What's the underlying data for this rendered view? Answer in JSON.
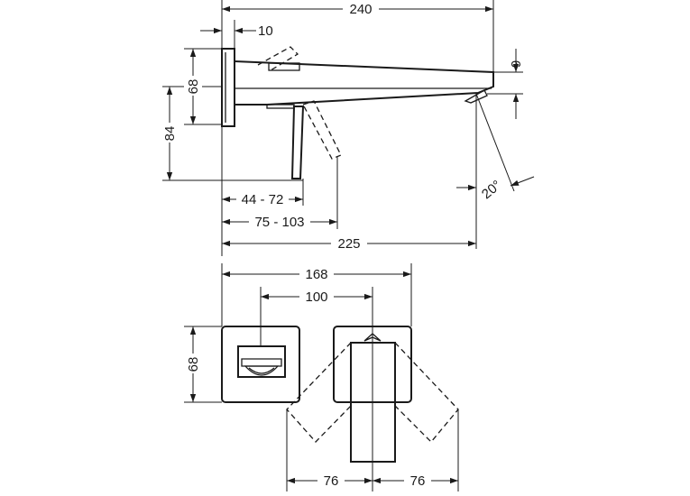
{
  "dimensions": {
    "d240": "240",
    "d10": "10",
    "d9": "9",
    "d68_side": "68",
    "d84": "84",
    "d20deg": "20°",
    "d44_72": "44 - 72",
    "d75_103": "75 - 103",
    "d225": "225",
    "d168": "168",
    "d100": "100",
    "d68_front": "68",
    "d76_left": "76",
    "d76_right": "76"
  }
}
